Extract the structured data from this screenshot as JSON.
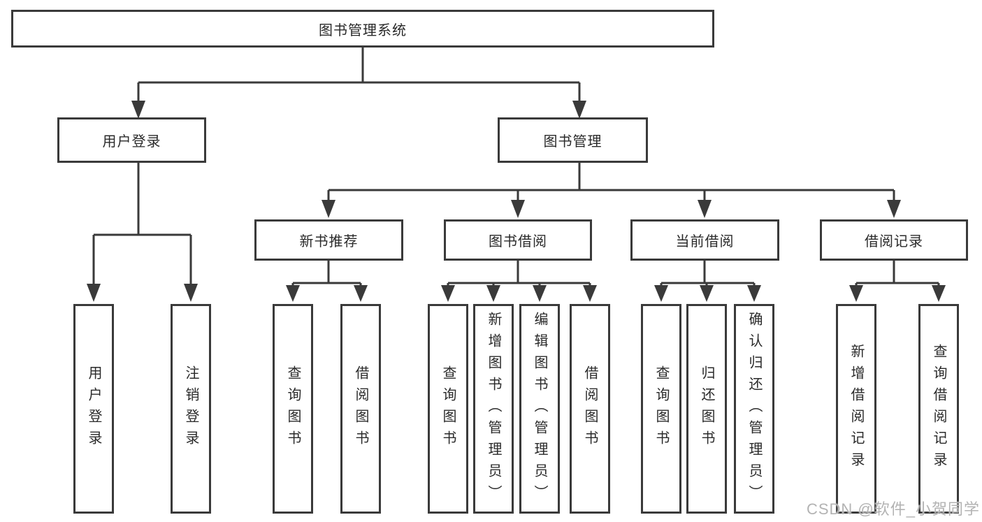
{
  "diagram": {
    "root": {
      "label": "图书管理系统"
    },
    "branches": [
      {
        "label": "用户登录",
        "children": [
          "用户登录",
          "注销登录"
        ]
      },
      {
        "label": "图书管理",
        "groups": [
          {
            "label": "新书推荐",
            "children": [
              "查询图书",
              "借阅图书"
            ]
          },
          {
            "label": "图书借阅",
            "children": [
              "查询图书",
              "新增图书（管理员）",
              "编辑图书（管理员）",
              "借阅图书"
            ]
          },
          {
            "label": "当前借阅",
            "children": [
              "查询图书",
              "归还图书",
              "确认归还（管理员）"
            ]
          },
          {
            "label": "借阅记录",
            "children": [
              "新增借阅记录",
              "查询借阅记录"
            ]
          }
        ]
      }
    ]
  },
  "watermark": "CSDN @软件_小贺同学",
  "colors": {
    "line": "#3a3a3a",
    "border": "#3a3a3a",
    "text": "#2a2a2a",
    "watermark": "#b3b3b3",
    "background": "#ffffff"
  }
}
